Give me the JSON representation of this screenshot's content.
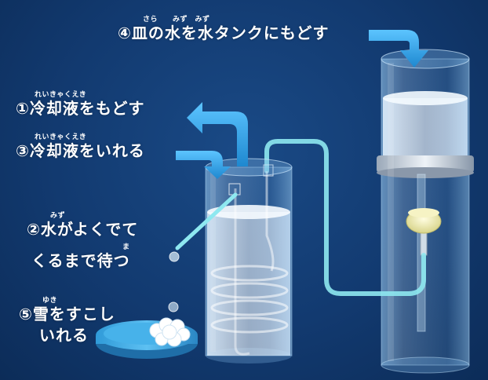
{
  "steps": {
    "step1": {
      "ruby": "れいきゃくえき",
      "text": "①冷却液をもどす"
    },
    "step2": {
      "ruby": "みず",
      "line1": "②水がよくでて",
      "line2": "くるまで待つ",
      "ruby2": "ま"
    },
    "step3": {
      "ruby": "れいきゃくえき",
      "text": "③冷却液をいれる"
    },
    "step4": {
      "ruby": "さら　　みず　みず",
      "text": "④皿の水を水タンクにもどす"
    },
    "step5": {
      "ruby": "ゆき",
      "line1": "⑤雪をすこし",
      "line2": "いれる"
    }
  },
  "colors": {
    "background": "#123a70",
    "arrow": "#3aa7e6",
    "tube": "#8ee8f0",
    "label": "#ffffff"
  }
}
